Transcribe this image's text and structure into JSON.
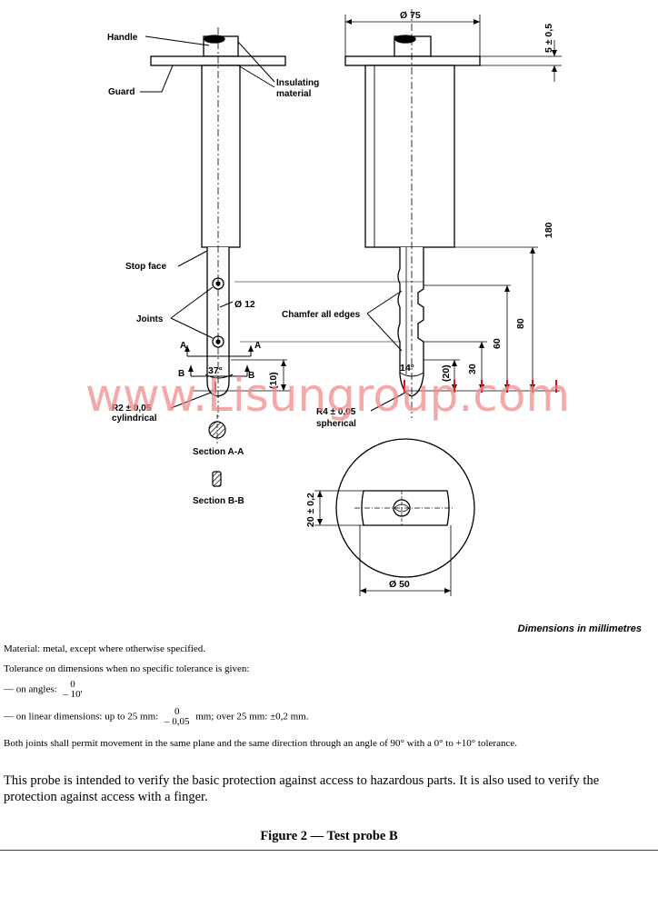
{
  "labels": {
    "handle": "Handle",
    "guard": "Guard",
    "insulating1": "Insulating",
    "insulating2": "material",
    "stop_face": "Stop face",
    "joints": "Joints",
    "chamfer": "Chamfer all edges",
    "r2": "R2 ± 0,05",
    "cylindrical": "cylindrical",
    "r4": "R4 ± 0,05",
    "spherical": "spherical",
    "section_aa": "Section A-A",
    "section_bb": "Section B-B",
    "a_left": "A",
    "a_right": "A",
    "b_left": "B",
    "b_right": "B"
  },
  "dimensions": {
    "d75": "Ø 75",
    "d12": "Ø 12",
    "d50": "Ø 50",
    "h5": "5 ± 0,5",
    "h180": "180",
    "h80": "80",
    "h60": "60",
    "h30": "30",
    "h20p": "(20)",
    "h10p": "(10)",
    "w20": "20 ± 0,2",
    "a37": "37°",
    "a14": "14°"
  },
  "watermark": "www.Lisungroup.com",
  "units_note": "Dimensions in millimetres",
  "notes": {
    "material": "Material: metal, except where otherwise specified.",
    "tolerance": "Tolerance on dimensions when no specific tolerance is given:",
    "angles_prefix": "— on angles:",
    "angles_upper": "0",
    "angles_lower": "– 10'",
    "linear_prefix": "— on linear dimensions: up to 25 mm:",
    "linear_upper": "0",
    "linear_lower": "– 0,05",
    "linear_suffix": "mm; over 25 mm: ±0,2 mm.",
    "joints_note": "Both joints shall permit movement in the same plane and the same direction through an angle of 90° with a 0° to +10° tolerance."
  },
  "paragraph": "This probe is intended to verify the basic protection against access to hazardous parts. It is also used to verify the protection against access with a finger.",
  "caption": "Figure 2 — Test probe B"
}
